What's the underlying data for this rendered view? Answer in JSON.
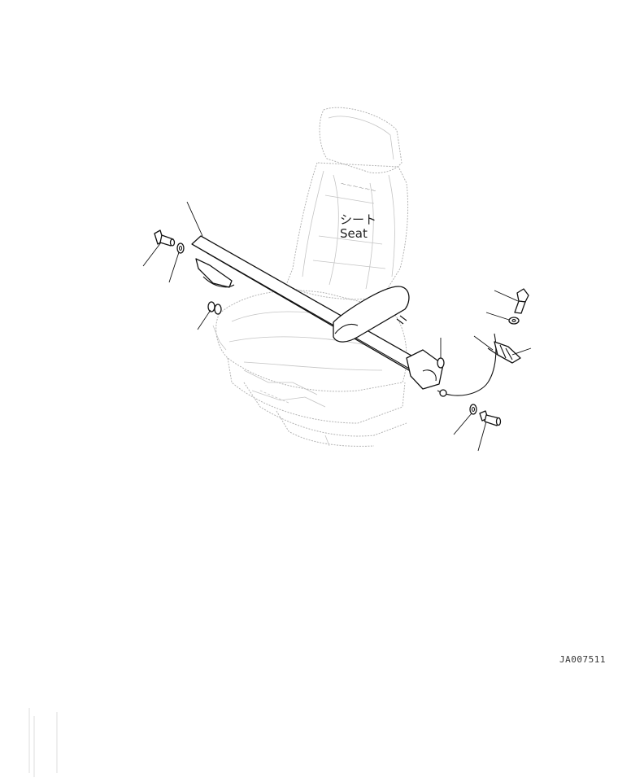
{
  "diagram": {
    "seat_label_jp": "シート",
    "seat_label_en": "Seat",
    "drawing_ref": "JA007511"
  },
  "colors": {
    "line": "#111111",
    "ghost": "#b4b4b4",
    "background": "#ffffff"
  }
}
